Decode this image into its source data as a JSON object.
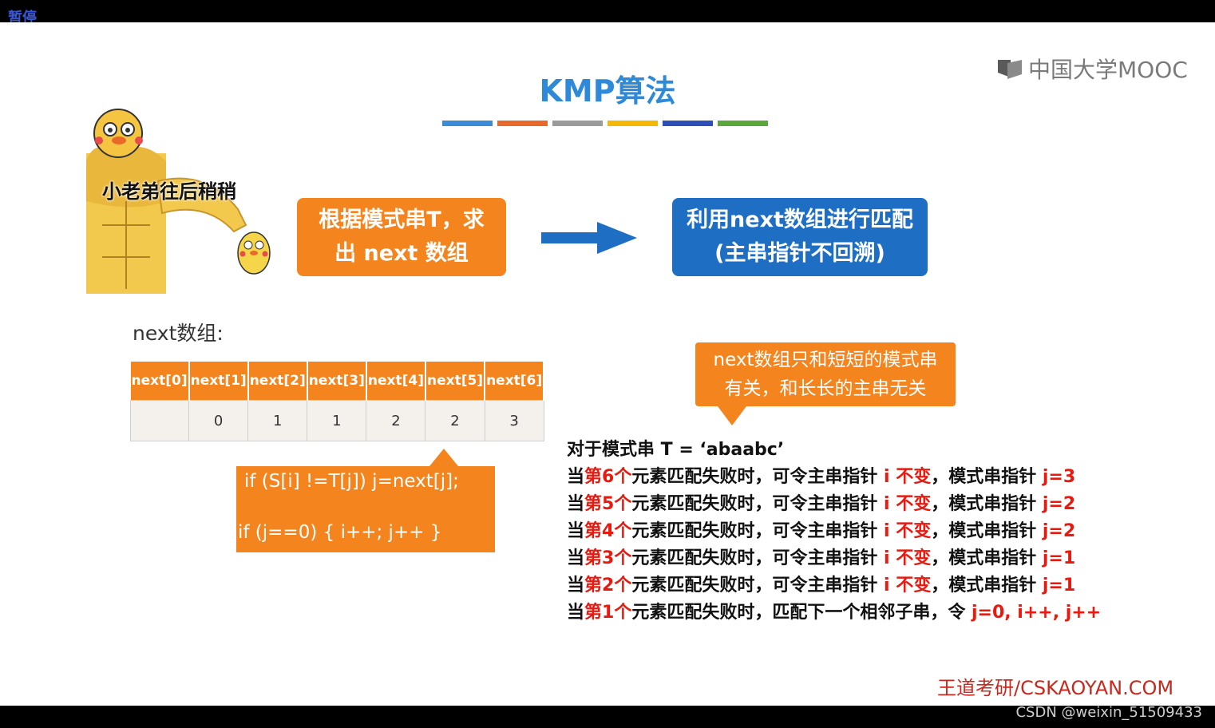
{
  "player": {
    "pause_label": "暂停"
  },
  "watermark": "CSDN @weixin_51509433",
  "slide": {
    "title": "KMP算法",
    "accent_colors": [
      "#3b8bd6",
      "#e8692a",
      "#9a9a9a",
      "#f5b800",
      "#2f4fb8",
      "#5aa83a"
    ],
    "logo_text": "中国大学MOOC",
    "mascot_caption": "小老弟往后稍稍",
    "step1": {
      "line1": "根据模式串T，求",
      "line2": "出 next 数组",
      "color": "#f4841d"
    },
    "step2": {
      "line1": "利用next数组进行匹配",
      "line2": "(主串指针不回溯)",
      "color": "#1e6fc4"
    },
    "next_label": "next数组:",
    "next_table": {
      "headers": [
        "next[0]",
        "next[1]",
        "next[2]",
        "next[3]",
        "next[4]",
        "next[5]",
        "next[6]"
      ],
      "values": [
        "",
        "0",
        "1",
        "1",
        "2",
        "2",
        "3"
      ]
    },
    "code": {
      "line1": "if (S[i] !=T[j])     j=next[j];",
      "line2": "if (j==0)     { i++; j++ }"
    },
    "callout": {
      "line1": "next数组只和短短的模式串",
      "line2": "有关，和长长的主串无关"
    },
    "rules": {
      "header": "对于模式串 T = ‘abaabc’",
      "lines": [
        {
          "pre": "当",
          "red1": "第6个",
          "mid": "元素匹配失败时，可令主串指针 ",
          "red2": "i 不变",
          "post": "，模式串指针 ",
          "red3": "j=3"
        },
        {
          "pre": "当",
          "red1": "第5个",
          "mid": "元素匹配失败时，可令主串指针 ",
          "red2": "i 不变",
          "post": "，模式串指针 ",
          "red3": "j=2"
        },
        {
          "pre": "当",
          "red1": "第4个",
          "mid": "元素匹配失败时，可令主串指针 ",
          "red2": "i 不变",
          "post": "，模式串指针 ",
          "red3": "j=2"
        },
        {
          "pre": "当",
          "red1": "第3个",
          "mid": "元素匹配失败时，可令主串指针 ",
          "red2": "i 不变",
          "post": "，模式串指针 ",
          "red3": "j=1"
        },
        {
          "pre": "当",
          "red1": "第2个",
          "mid": "元素匹配失败时，可令主串指针 ",
          "red2": "i 不变",
          "post": "，模式串指针 ",
          "red3": "j=1"
        },
        {
          "pre": "当",
          "red1": "第1个",
          "mid": "元素匹配失败时，匹配下一个相邻子串，令 ",
          "red2": "j=0, i++, j++",
          "post": "",
          "red3": ""
        }
      ]
    },
    "footer_brand": "王道考研/CSKAOYAN.COM"
  }
}
